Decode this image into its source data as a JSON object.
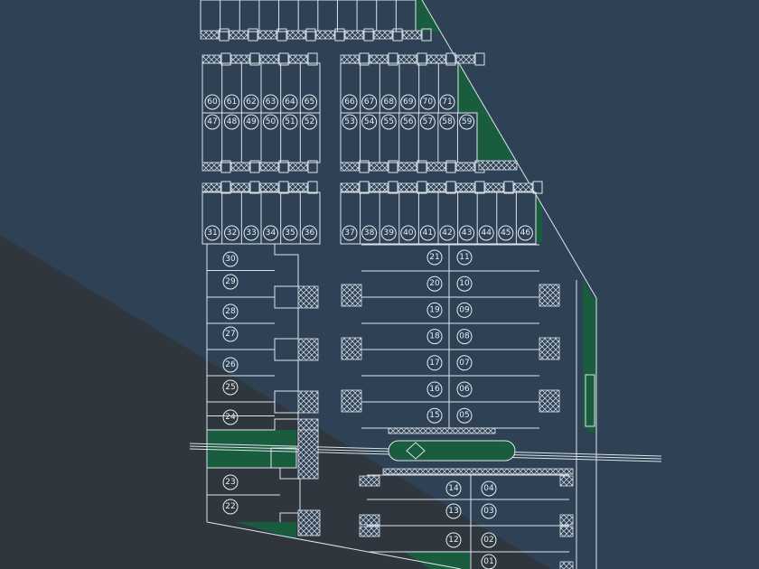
{
  "plan": {
    "colors": {
      "background": "#2f4255",
      "shadow": "#30363d",
      "green": "#1a5c3e",
      "line": "#dde4ec"
    },
    "rows": {
      "upper_left": [
        "60",
        "61",
        "62",
        "63",
        "64",
        "65"
      ],
      "upper_right": [
        "66",
        "67",
        "68",
        "69",
        "70",
        "71"
      ],
      "middle_left": [
        "47",
        "48",
        "49",
        "50",
        "51",
        "52"
      ],
      "middle_right": [
        "53",
        "54",
        "55",
        "56",
        "57",
        "58",
        "59"
      ],
      "lower_left": [
        "31",
        "32",
        "33",
        "34",
        "35",
        "36"
      ],
      "lower_right": [
        "37",
        "38",
        "39",
        "40",
        "41",
        "42",
        "43",
        "44",
        "45",
        "46"
      ],
      "west_column": [
        "30",
        "29",
        "28",
        "27",
        "26",
        "25",
        "24",
        "23",
        "22"
      ],
      "center_left": [
        "21",
        "20",
        "19",
        "18",
        "17",
        "16",
        "15"
      ],
      "center_right": [
        "11",
        "10",
        "09",
        "08",
        "07",
        "06",
        "05"
      ],
      "south_left": [
        "14",
        "13",
        "12"
      ],
      "south_right": [
        "04",
        "03",
        "02",
        "01"
      ]
    }
  }
}
